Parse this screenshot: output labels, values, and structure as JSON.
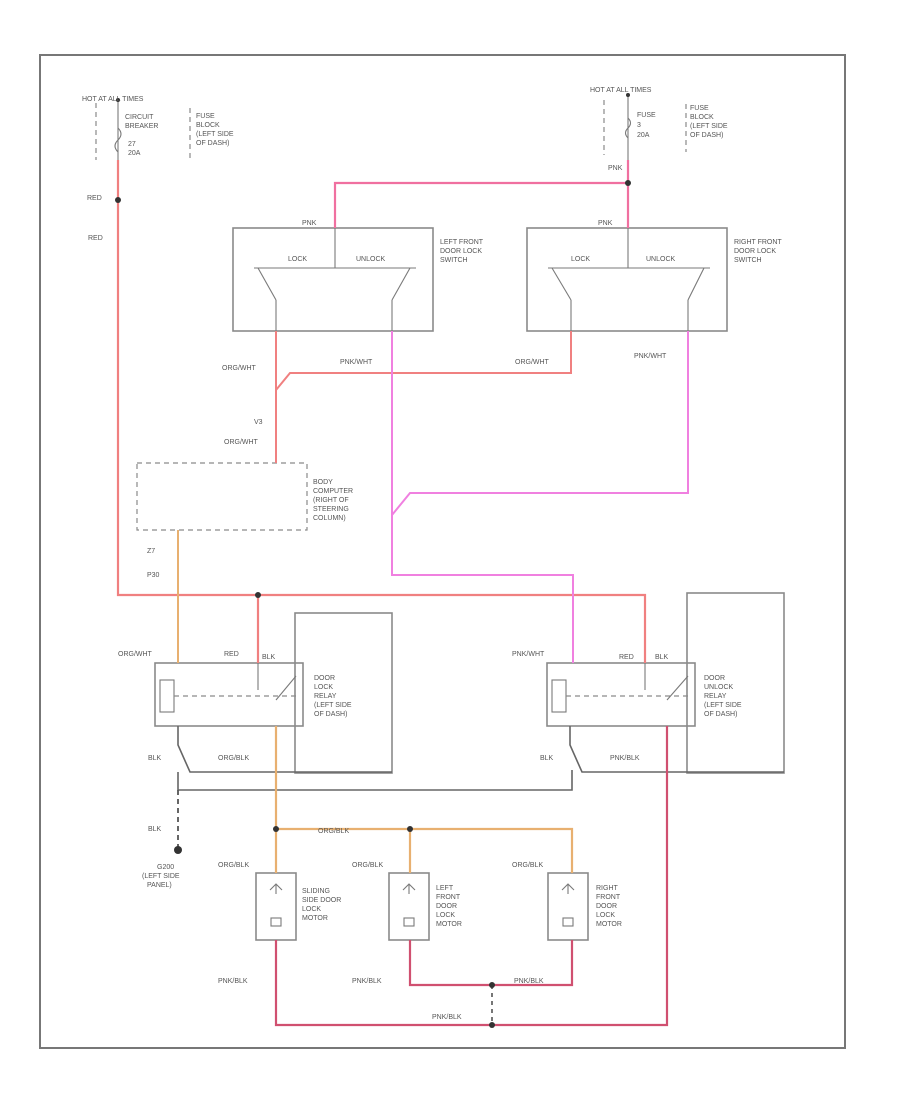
{
  "diagram": {
    "footer_code": "",
    "colors": {
      "red": "#f08080",
      "pink": "#f080e0",
      "orange": "#e8b070",
      "pink_black": "#d05070",
      "ground": "#666666",
      "frame": "#777777"
    },
    "power_left": {
      "title": "HOT AT ALL TIMES",
      "breaker": [
        "CIRCUIT",
        "BREAKER"
      ],
      "fuse_block": [
        "FUSE",
        "BLOCK",
        "(LEFT SIDE",
        "OF DASH)"
      ],
      "terminal": "27",
      "rating": "20A"
    },
    "power_right": {
      "title": "HOT AT ALL TIMES",
      "fuse": "FUSE",
      "terminal": "3",
      "rating": "20A",
      "fuse_block": [
        "FUSE",
        "BLOCK",
        "(LEFT SIDE",
        "OF DASH)"
      ]
    },
    "wires": {
      "red": "RED",
      "pnk": "PNK",
      "org_wht": "ORG/WHT",
      "pnk_wht": "PNK/WHT",
      "org_blk": "ORG/BLK",
      "pnk_blk": "PNK/BLK",
      "blk": "BLK"
    },
    "switch_left": {
      "lock": "LOCK",
      "unlock": "UNLOCK",
      "name": [
        "LEFT FRONT",
        "DOOR LOCK",
        "SWITCH"
      ]
    },
    "switch_right": {
      "lock": "LOCK",
      "unlock": "UNLOCK",
      "name": [
        "RIGHT FRONT",
        "DOOR LOCK",
        "SWITCH"
      ]
    },
    "body_computer": {
      "name": [
        "BODY",
        "COMPUTER",
        "(RIGHT OF",
        "STEERING",
        "COLUMN)"
      ],
      "pin_top": "V3",
      "pin_bottom1": "Z7",
      "pin_bottom2": "P30"
    },
    "lock_relay": {
      "name": [
        "DOOR",
        "LOCK",
        "RELAY",
        "(LEFT SIDE",
        "OF DASH)"
      ]
    },
    "unlock_relay": {
      "name": [
        "DOOR",
        "UNLOCK",
        "RELAY",
        "(LEFT SIDE",
        "OF DASH)"
      ]
    },
    "ground": {
      "name": "G200",
      "location": [
        "(LEFT SIDE",
        "PANEL)"
      ]
    },
    "motors": [
      {
        "name": [
          "SLIDING",
          "SIDE DOOR",
          "LOCK",
          "MOTOR"
        ]
      },
      {
        "name": [
          "LEFT",
          "FRONT",
          "DOOR",
          "LOCK",
          "MOTOR"
        ]
      },
      {
        "name": [
          "RIGHT",
          "FRONT",
          "DOOR",
          "LOCK",
          "MOTOR"
        ]
      }
    ]
  }
}
